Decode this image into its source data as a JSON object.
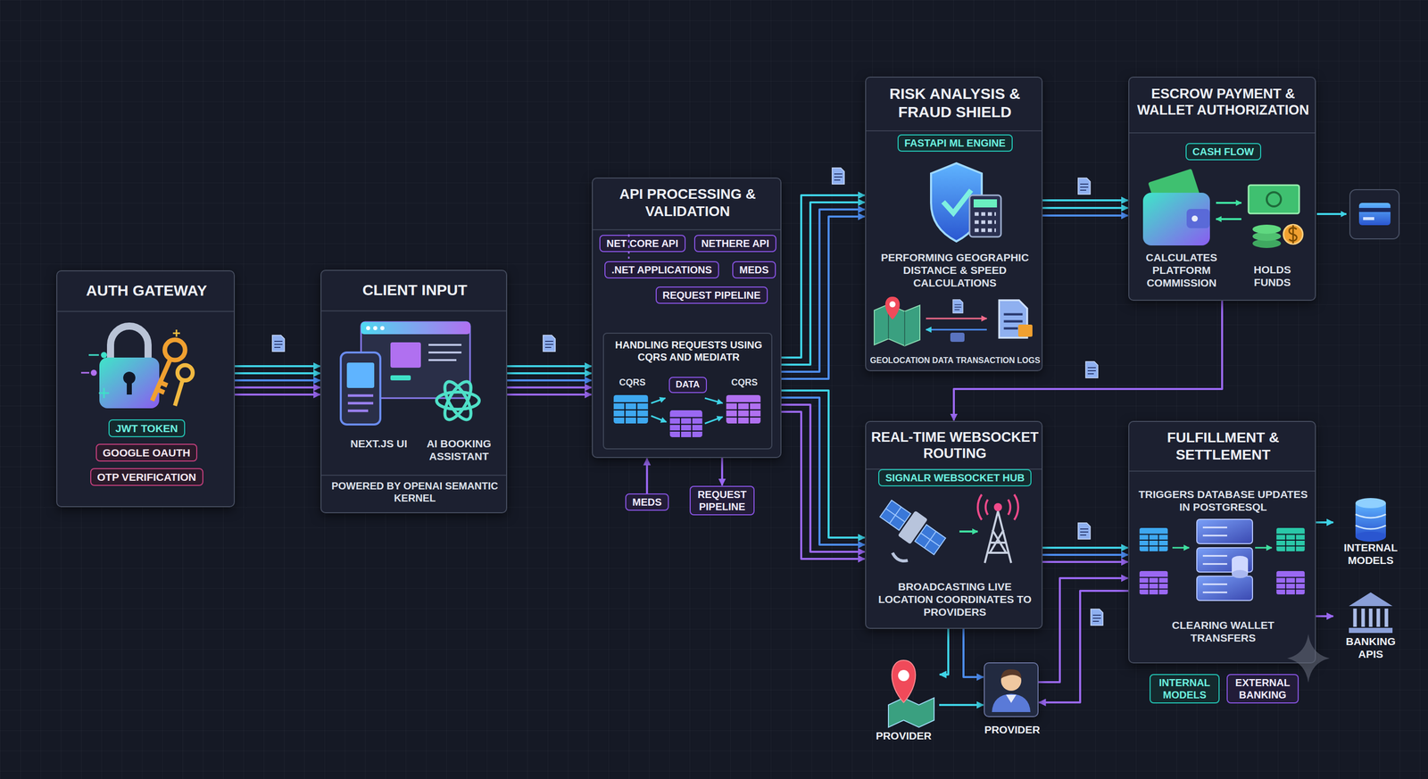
{
  "diagram": {
    "nodes": [
      {
        "text": [
          "AUTH GATEWAY"
        ]
      },
      {
        "text": [
          "JWT TOKEN"
        ],
        "in": 0
      },
      {
        "text": [
          "GOOGLE OAUTH"
        ],
        "in": 0
      },
      {
        "text": [
          "OTP VERIFICATION"
        ],
        "in": 0
      },
      {
        "text": [
          "CLIENT INPUT",
          "NEXT.JS UI",
          "AI BOOKING ASSISTANT",
          "POWERED BY OPENAI SEMANTIC KERNEL"
        ]
      },
      {
        "text": [
          "API PROCESSING & VALIDATION"
        ]
      },
      {
        "text": [
          "NET CORE API"
        ],
        "in": 5
      },
      {
        "text": [
          "NETHERE API"
        ],
        "in": 5
      },
      {
        "text": [
          ".NET APPLICATIONS"
        ],
        "in": 5
      },
      {
        "text": [
          "MEDS"
        ],
        "in": 5
      },
      {
        "text": [
          "REQUEST PIPELINE"
        ],
        "in": 5
      },
      {
        "text": [
          "HANDLING REQUESTS USING CQRS AND MEDIATR",
          "CQRS",
          "CQRS"
        ],
        "in": 5
      },
      {
        "text": [
          "DATA"
        ],
        "in": 11
      },
      {
        "text": [
          "MEDS"
        ]
      },
      {
        "text": [
          "REQUEST PIPELINE"
        ]
      },
      {
        "text": [
          "RISK ANALYSIS & FRAUD SHIELD",
          "PERFORMING GEOGRAPHIC DISTANCE & SPEED CALCULATIONS",
          "GEOLOCATION DATA",
          "TRANSACTION LOGS"
        ]
      },
      {
        "text": [
          "FASTAPI ML ENGINE"
        ],
        "in": 15
      },
      {
        "text": [
          "ESCROW PAYMENT & WALLET AUTHORIZATION",
          "CALCULATES PLATFORM COMMISSION",
          "HOLDS FUNDS"
        ]
      },
      {
        "text": [
          "CASH FLOW"
        ],
        "in": 17
      },
      {
        "text": [
          "REAL-TIME WEBSOCKET ROUTING",
          "BROADCASTING LIVE LOCATION COORDINATES TO PROVIDERS"
        ]
      },
      {
        "text": [
          "SIGNALR WEBSOCKET HUB"
        ],
        "in": 19
      },
      {
        "text": [
          "FULFILLMENT & SETTLEMENT",
          "TRIGGERS DATABASE UPDATES IN POSTGRESQL",
          "CLEARING WALLET TRANSFERS"
        ]
      },
      {
        "text": [
          "INTERNAL MODELS"
        ]
      },
      {
        "text": [
          "EXTERNAL BANKING"
        ]
      },
      {
        "text": [
          "PROVIDER"
        ]
      },
      {
        "text": [
          "PROVIDER"
        ]
      },
      {
        "text": [
          "INTERNAL MODELS"
        ]
      },
      {
        "text": [
          "BANKING APIS"
        ]
      }
    ],
    "edges": [
      {
        "from": 0,
        "to": 4,
        "arrow": "to"
      },
      {
        "from": 4,
        "to": 5,
        "arrow": "to"
      },
      {
        "from": 5,
        "to": 15,
        "arrow": "to"
      },
      {
        "from": 5,
        "to": 19,
        "arrow": "to"
      },
      {
        "from": 15,
        "to": 17,
        "arrow": "to"
      },
      {
        "from": 17,
        "to": 19,
        "arrow": "to"
      },
      {
        "from": 19,
        "to": 21,
        "arrow": "to"
      },
      {
        "from": 13,
        "to": 5,
        "arrow": "to"
      },
      {
        "from": 5,
        "to": 14,
        "arrow": "to"
      },
      {
        "from": 10,
        "to": 11,
        "arrow": "to"
      },
      {
        "from": 19,
        "to": 24,
        "arrow": "to"
      },
      {
        "from": 19,
        "to": 25,
        "arrow": "to"
      },
      {
        "from": 24,
        "to": 25,
        "arrow": "to"
      },
      {
        "from": 25,
        "to": 21,
        "arrow": "to"
      },
      {
        "from": 21,
        "to": 25,
        "arrow": "to"
      },
      {
        "from": 21,
        "to": 26,
        "arrow": "to"
      },
      {
        "from": 21,
        "to": 27,
        "arrow": "to"
      }
    ]
  }
}
